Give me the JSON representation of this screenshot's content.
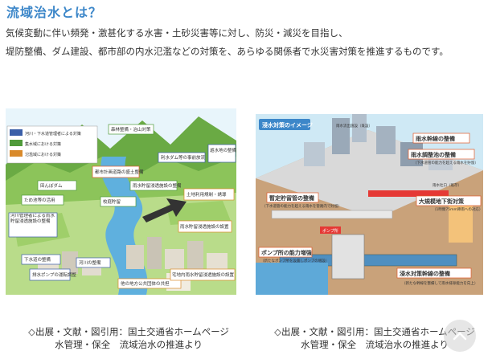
{
  "page": {
    "heading": "流域治水とは？",
    "intro_line1": "気候変動に伴い頻発・激甚化する水害・土砂災害等に対し、防災・減災を目指し、",
    "intro_line2": "堤防整備、ダム建設、都市部の内水氾濫などの対策を、あらゆる関係者で水災害対策を推進するものです。"
  },
  "left_figure": {
    "legend": [
      {
        "label": "河川・下水道管理者による対策",
        "color": "#3b5fa8"
      },
      {
        "label": "集水域における対策",
        "color": "#4f9a3a"
      },
      {
        "label": "氾濫域における対策",
        "color": "#d98a2b"
      }
    ],
    "labels": {
      "city_plan": "都市計画道路の盛土整備",
      "farm_dam": "田んぼダム",
      "rain_facility": "雨水貯留浸透施設の整備",
      "river_dam": "利水ダム等の事前放流",
      "retention": "遊水地の整備",
      "land_use": "土地利用規制・誘導",
      "school": "校庭貯留",
      "forest": "森林整備・治山対策",
      "reservoir": "ため池等の活用",
      "pump_station": "下水道の整備",
      "river_work": "河川の整備",
      "river_manager": "河川管理者による雨水貯留浸透施設の整備",
      "inner_pump": "排水ポンプの運転調整",
      "city_storage": "雨水貯留浸透施設の設置",
      "local_gov": "他の地方公共団体の共担",
      "home_storage": "宅地内雨水貯留浸透施設の設置"
    }
  },
  "right_figure": {
    "title": "浸水対策のイメージ",
    "labels": {
      "main_pipe": "雨水幹線の整備",
      "storage_pond": "雨水調整池の整備",
      "storage_pond_note": "（下水道管の能力を超える雨水を貯留）",
      "storage_pipe": "暫定貯留管の整備",
      "storage_pipe_note": "（下水道管の能力を超える雨水を管路内で貯留）",
      "shopping": "大規模地下街対策",
      "shopping_note": "（1時間75mm降雨への対応）",
      "pump": "ポンプ所の能力増強",
      "pump_note": "（新たなポンプ所を設置しポンプの増設）",
      "pump_badge": "ポンプ所",
      "trunk": "浸水対策幹線の整備",
      "trunk_note": "（新たな幹線を整備して雨水排除能力を向上）",
      "existing": "雨水流出施設（既設）",
      "existing_pump": "雨水吐口（既存）"
    }
  },
  "captions": {
    "left_line1": "◇出展・文献・図引用：国土交通省ホームページ",
    "left_line2": "水管理・保全　流域治水の推進より",
    "right_line1": "◇出展・文献・図引用：国土交通省ホームページ",
    "right_line2": "水管理・保全　流域治水の推進より"
  },
  "colors": {
    "heading": "#3d87c9",
    "label_box_border": "#e05a2a",
    "river": "#5fb0de",
    "mountain": "#6aaa44"
  },
  "icons": {
    "scroll_top": "chevron-up-icon"
  }
}
